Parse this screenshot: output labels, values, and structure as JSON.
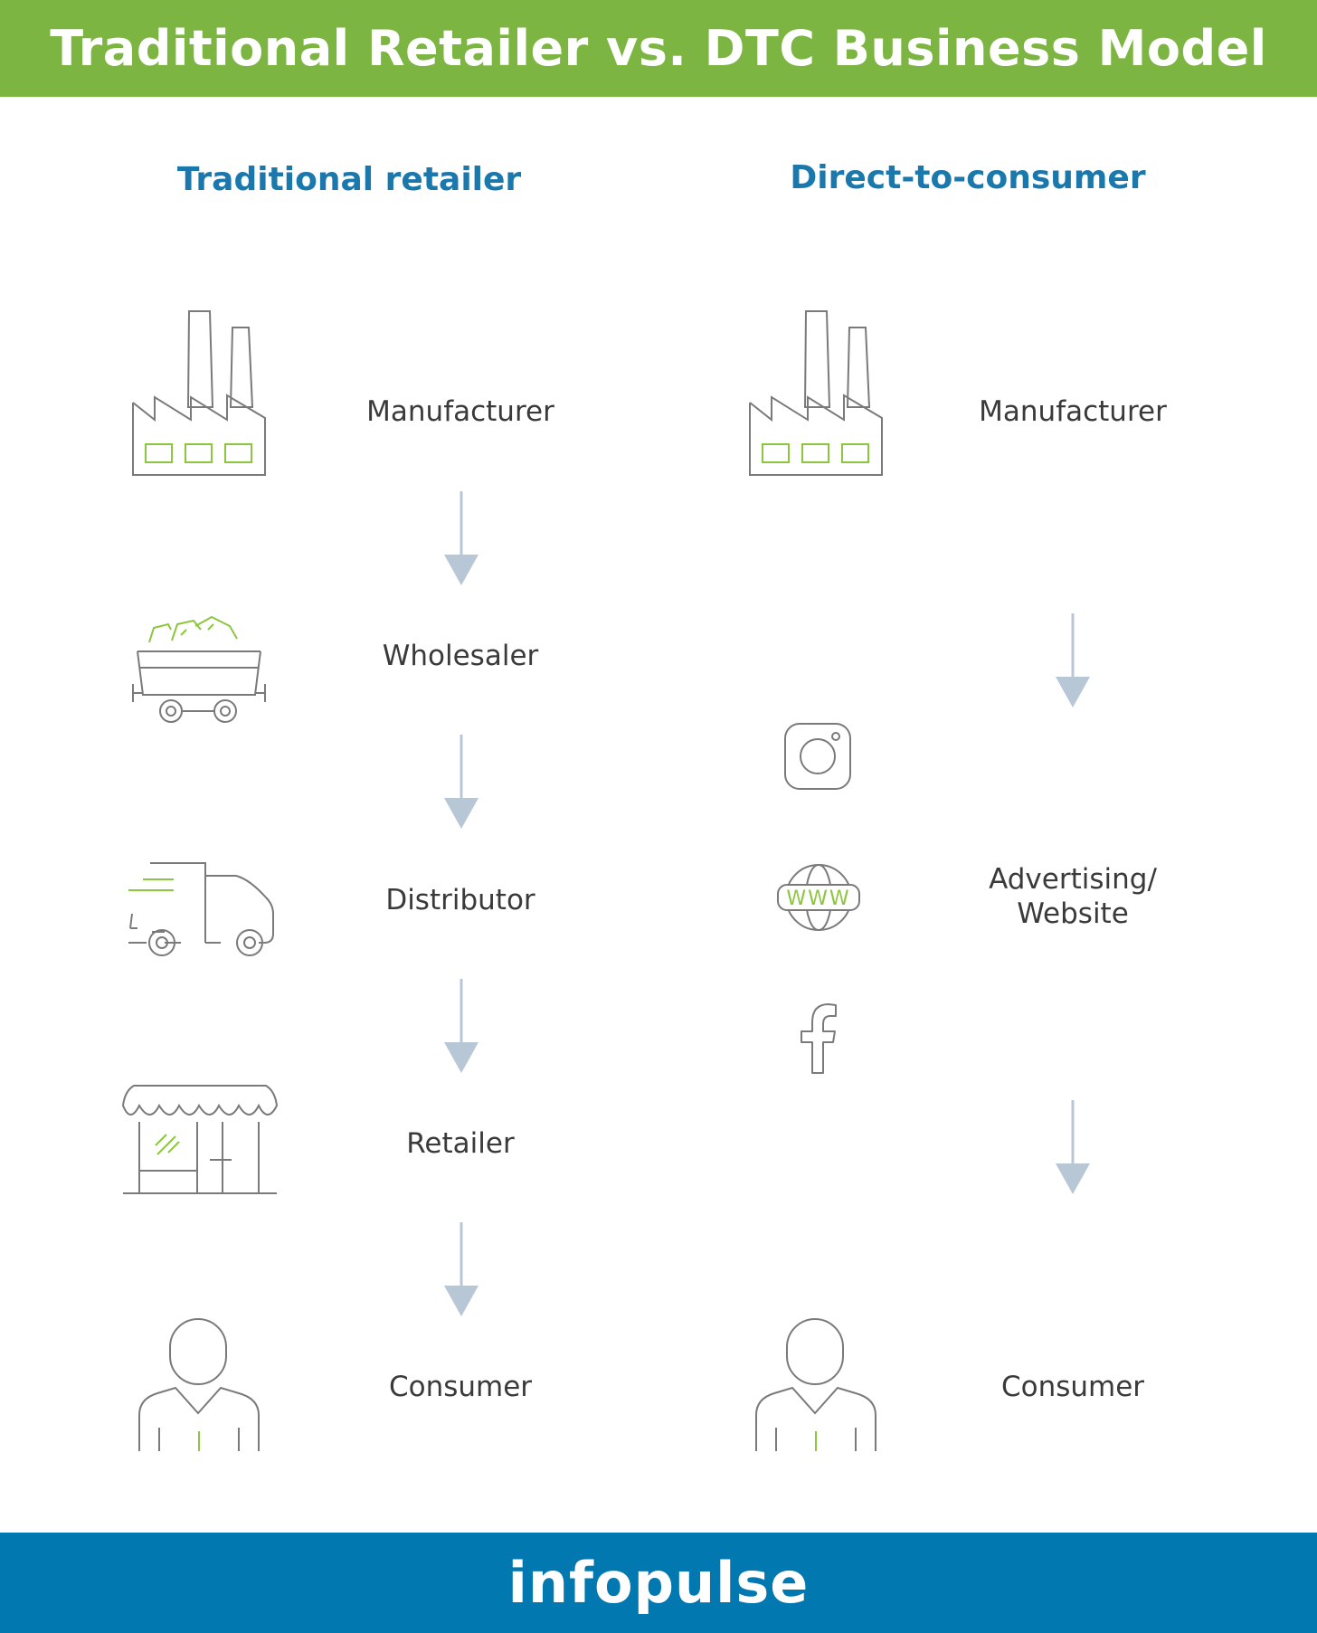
{
  "header": {
    "title": "Traditional Retailer vs. DTC Business Model"
  },
  "columns": {
    "traditional": {
      "title": "Traditional retailer",
      "steps": [
        "Manufacturer",
        "Wholesaler",
        "Distributor",
        "Retailer",
        "Consumer"
      ]
    },
    "dtc": {
      "title": "Direct-to-consumer",
      "steps": [
        "Manufacturer",
        "Advertising/",
        "Website",
        "Consumer"
      ]
    }
  },
  "icons": {
    "factory": "factory-icon",
    "cart": "mine-cart-icon",
    "truck": "delivery-truck-icon",
    "store": "storefront-icon",
    "person": "consumer-icon",
    "instagram": "instagram-icon",
    "www": "globe-www-icon",
    "facebook": "facebook-icon",
    "www_text": "WWW"
  },
  "colors": {
    "header": "#7db542",
    "footer": "#0278b0",
    "title": "#1a78ad",
    "arrow": "#b8c7d6",
    "accent": "#8cc63f",
    "line": "#7a7a7a"
  },
  "footer": {
    "brand": "infopulse"
  }
}
